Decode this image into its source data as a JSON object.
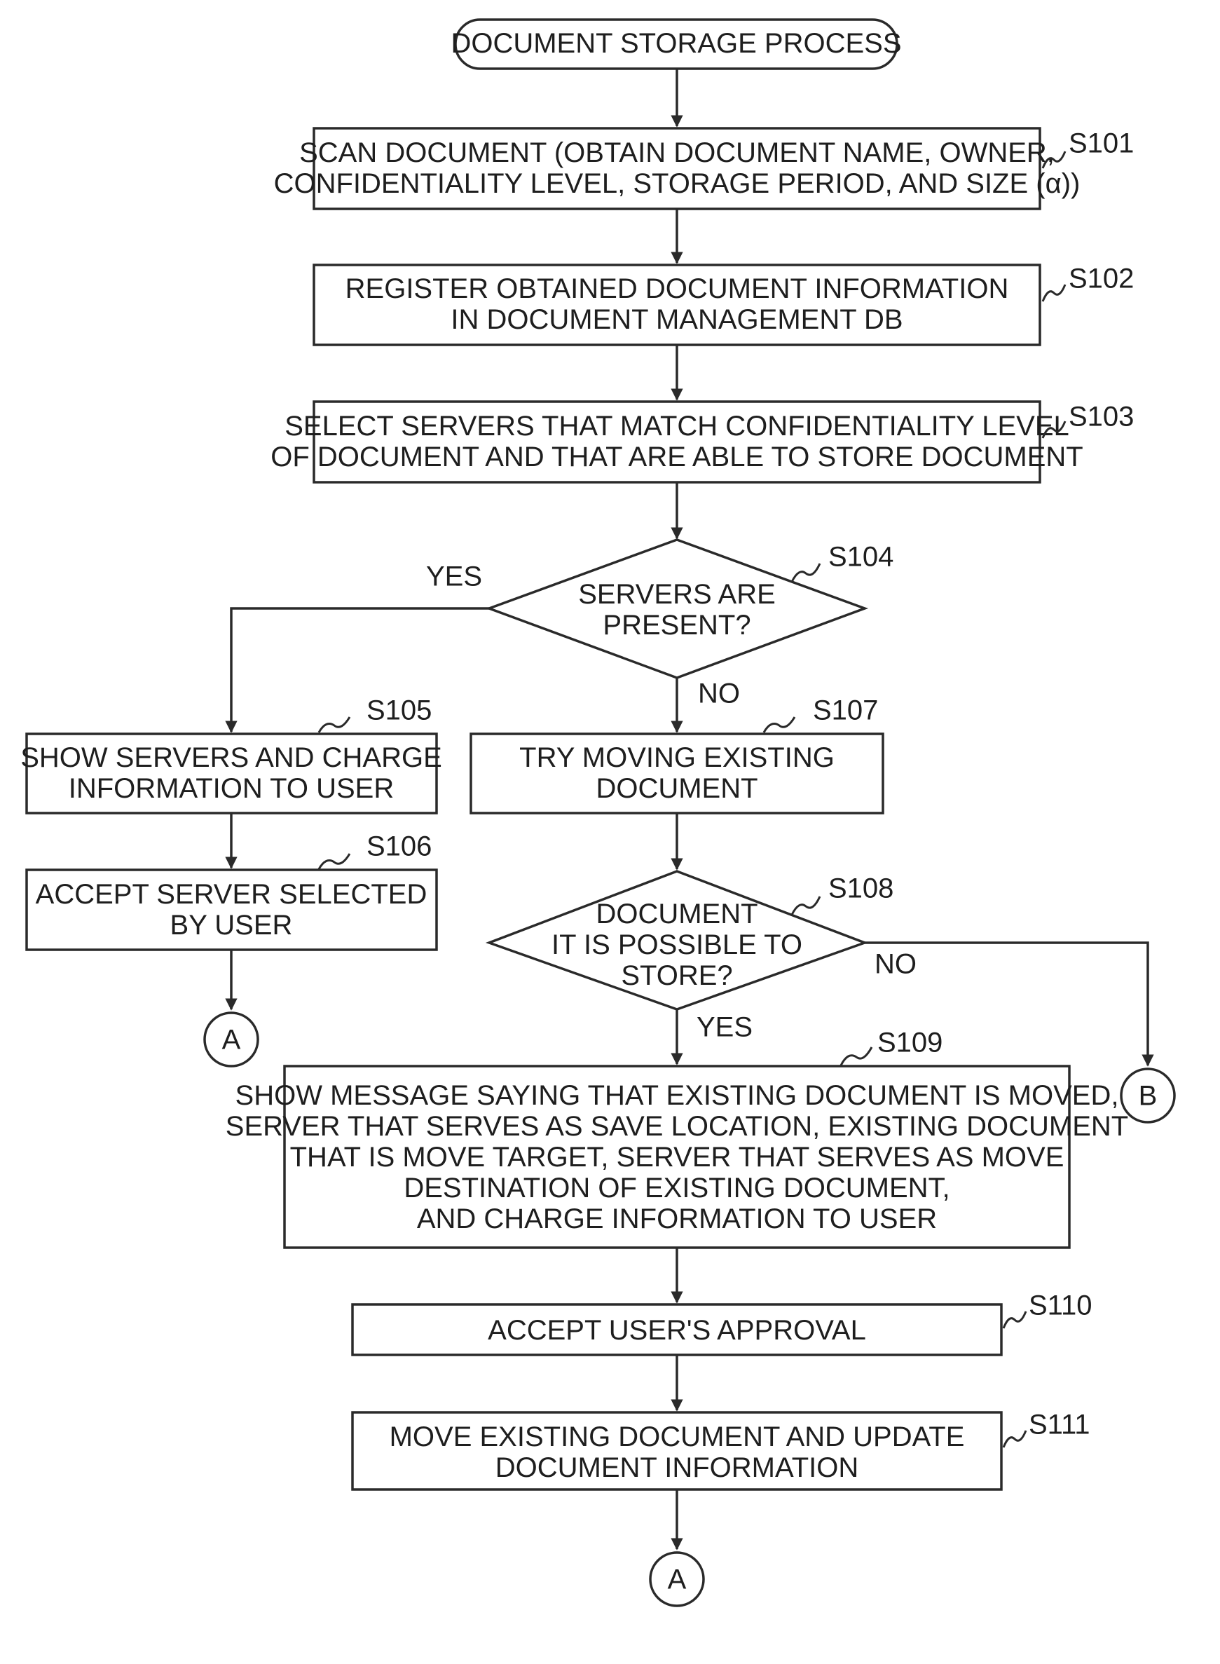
{
  "nodes": {
    "start": [
      "DOCUMENT STORAGE PROCESS"
    ],
    "s101": [
      "SCAN DOCUMENT (OBTAIN DOCUMENT NAME, OWNER,",
      "CONFIDENTIALITY LEVEL, STORAGE PERIOD, AND SIZE (α))"
    ],
    "s102": [
      "REGISTER OBTAINED DOCUMENT INFORMATION",
      "IN DOCUMENT MANAGEMENT DB"
    ],
    "s103": [
      "SELECT SERVERS THAT MATCH CONFIDENTIALITY LEVEL",
      "OF DOCUMENT AND THAT ARE ABLE TO STORE DOCUMENT"
    ],
    "s104": [
      "SERVERS ARE",
      "PRESENT?"
    ],
    "s105": [
      "SHOW SERVERS AND CHARGE",
      "INFORMATION TO USER"
    ],
    "s106": [
      "ACCEPT SERVER SELECTED",
      "BY USER"
    ],
    "s107": [
      "TRY MOVING EXISTING",
      "DOCUMENT"
    ],
    "s108": [
      "DOCUMENT",
      "IT IS POSSIBLE TO",
      "STORE?"
    ],
    "s109": [
      "SHOW MESSAGE SAYING THAT EXISTING DOCUMENT IS MOVED,",
      "SERVER THAT SERVES AS SAVE LOCATION, EXISTING DOCUMENT",
      "THAT IS MOVE TARGET, SERVER THAT SERVES AS MOVE",
      "DESTINATION OF EXISTING DOCUMENT,",
      "AND CHARGE INFORMATION TO USER"
    ],
    "s110": [
      "ACCEPT USER'S APPROVAL"
    ],
    "s111": [
      "MOVE EXISTING DOCUMENT AND UPDATE",
      "DOCUMENT INFORMATION"
    ]
  },
  "step_labels": {
    "s101": "S101",
    "s102": "S102",
    "s103": "S103",
    "s104": "S104",
    "s105": "S105",
    "s106": "S106",
    "s107": "S107",
    "s108": "S108",
    "s109": "S109",
    "s110": "S110",
    "s111": "S111"
  },
  "branch_labels": {
    "s104_yes": "YES",
    "s104_no": "NO",
    "s108_yes": "YES",
    "s108_no": "NO"
  },
  "connectors": {
    "a_left": "A",
    "b_right": "B",
    "a_bottom": "A"
  }
}
